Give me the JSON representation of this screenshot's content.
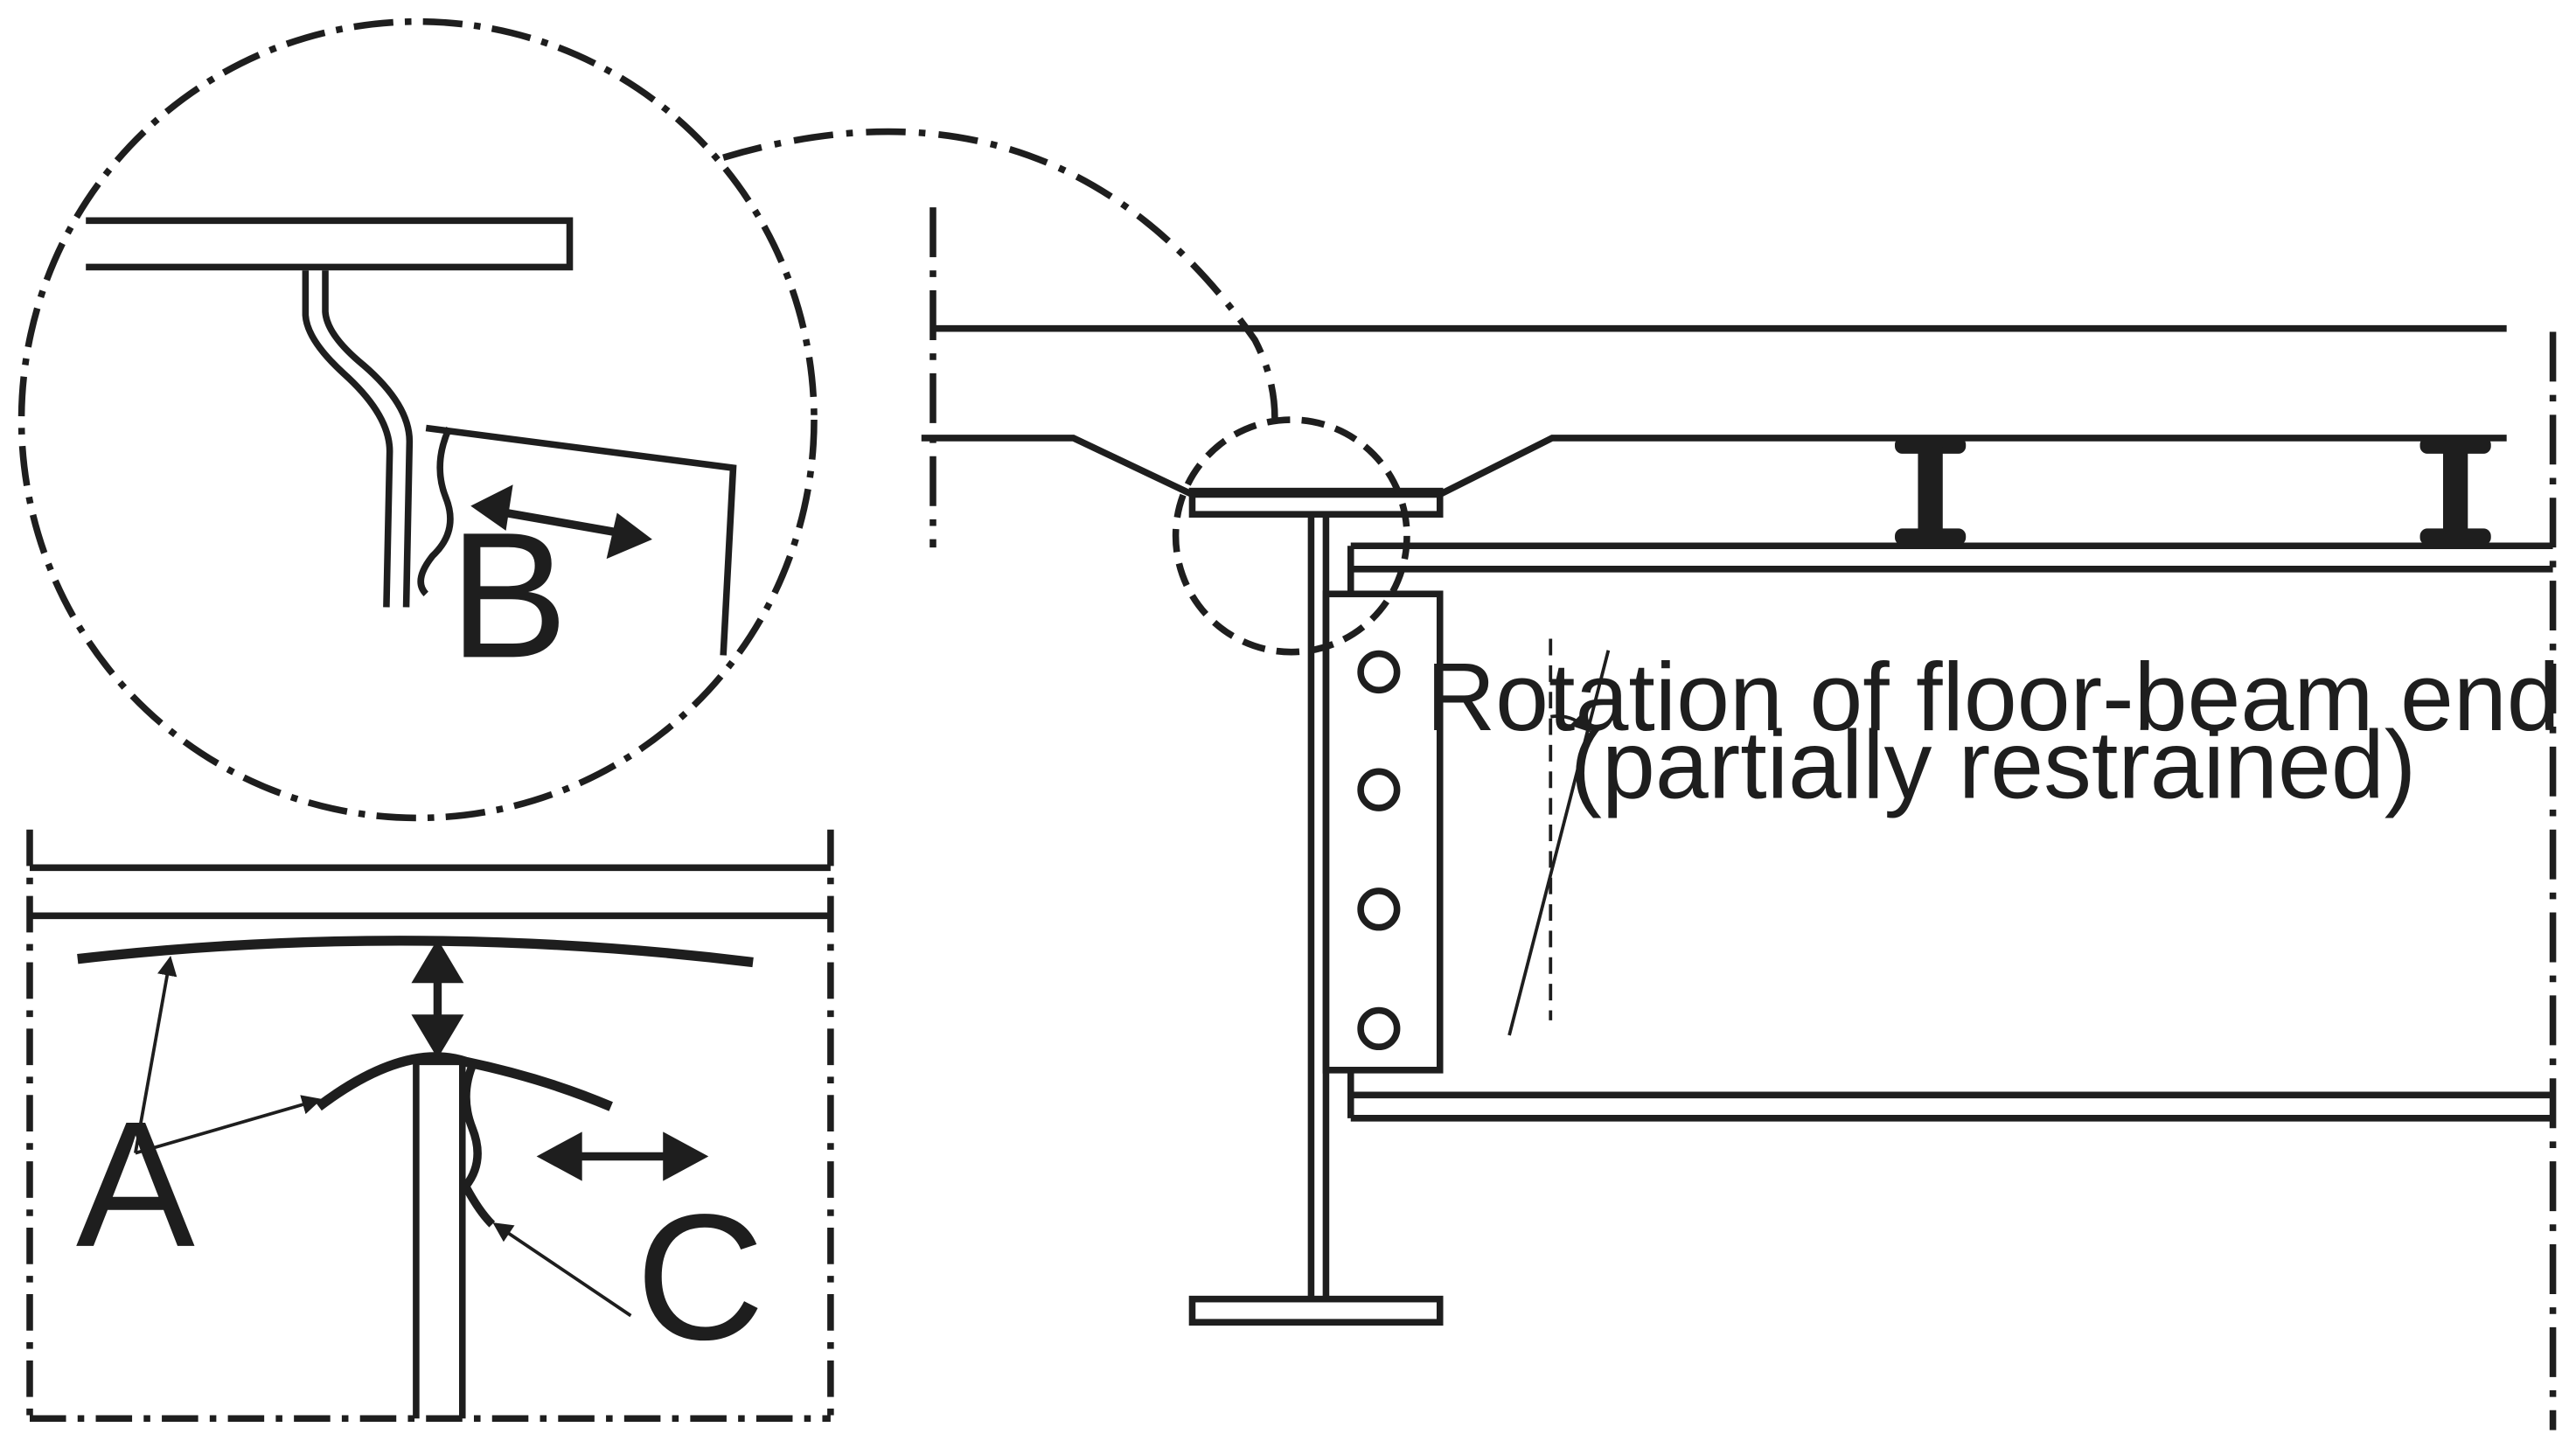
{
  "labels": {
    "a": "A",
    "b": "B",
    "c": "C",
    "rotation_line1": "Rotation of floor-beam end",
    "rotation_line2": "(partially restrained)"
  },
  "colors": {
    "line": "#1e1e1e",
    "background": "#ffffff"
  }
}
